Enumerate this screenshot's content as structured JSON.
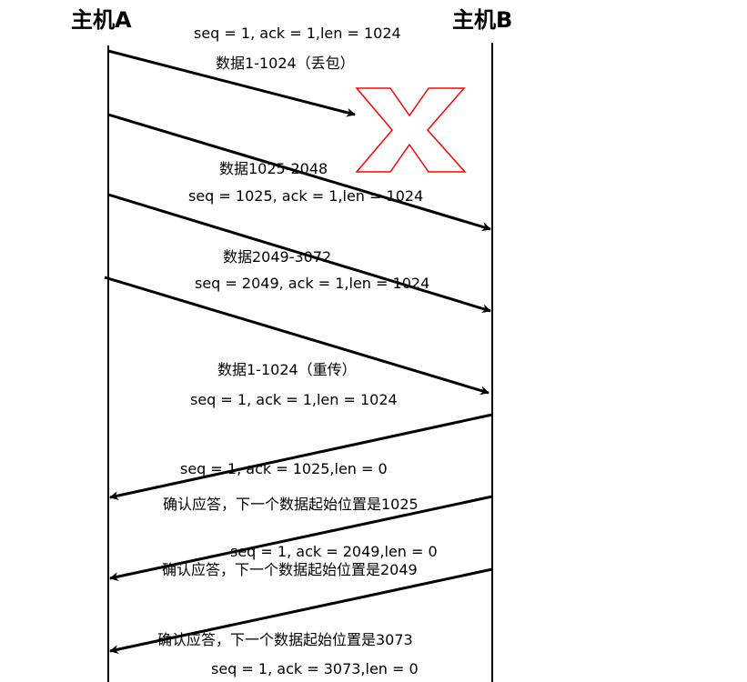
{
  "hosts": {
    "a": "主机A",
    "b": "主机B"
  },
  "messages": [
    {
      "seq_label": "seq = 1, ack = 1,len = 1024",
      "desc": "数据1-1024（丢包）"
    },
    {
      "seq_label": "seq = 1025, ack = 1,len = 1024",
      "desc": "数据1025-2048"
    },
    {
      "seq_label": "seq = 2049, ack = 1,len = 1024",
      "desc": "数据2049-3072"
    },
    {
      "seq_label": "seq = 1, ack = 1,len = 1024",
      "desc": "数据1-1024（重传）"
    },
    {
      "seq_label": "seq = 1, ack = 1025,len = 0",
      "desc": "确认应答，下一个数据起始位置是1025"
    },
    {
      "seq_label": "seq = 1, ack = 2049,len = 0",
      "desc": "确认应答，下一个数据起始位置是2049"
    },
    {
      "seq_label": "seq = 1, ack = 3073,len = 0",
      "desc": "确认应答，下一个数据起始位置是3073"
    }
  ],
  "colors": {
    "line": "#000000",
    "loss_mark": "#ff0000"
  },
  "icons": {
    "loss": "red-x-mark"
  }
}
